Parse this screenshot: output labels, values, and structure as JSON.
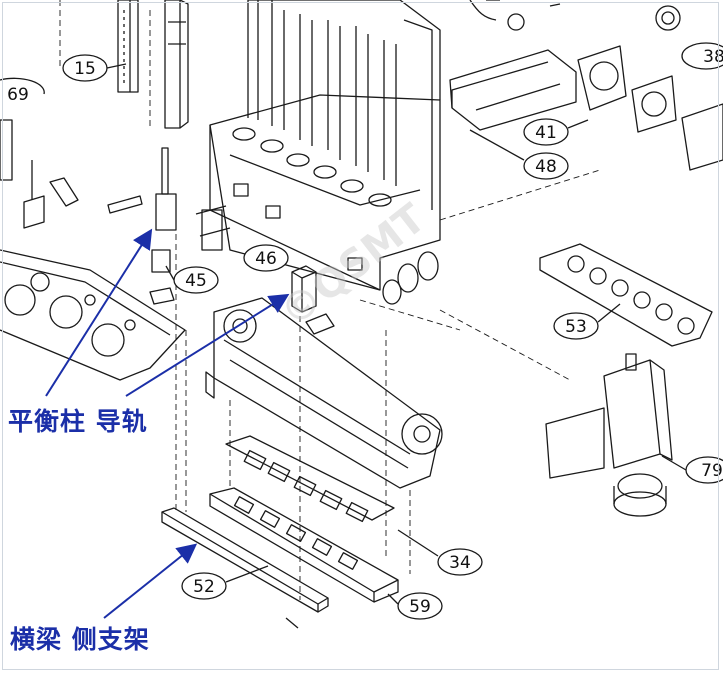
{
  "diagram": {
    "callouts": [
      {
        "id": "c15",
        "label": "15"
      },
      {
        "id": "c69",
        "label": "69"
      },
      {
        "id": "c38",
        "label": "38"
      },
      {
        "id": "c41",
        "label": "41"
      },
      {
        "id": "c48",
        "label": "48"
      },
      {
        "id": "c46",
        "label": "46"
      },
      {
        "id": "c45",
        "label": "45"
      },
      {
        "id": "c53",
        "label": "53"
      },
      {
        "id": "c79",
        "label": "79"
      },
      {
        "id": "c34",
        "label": "34"
      },
      {
        "id": "c52",
        "label": "52"
      },
      {
        "id": "c59",
        "label": "59"
      }
    ],
    "annotations": {
      "balance_column_rail": "平衡柱 导轨",
      "beam_side_bracket": "横梁 侧支架"
    },
    "watermark": "©QSMT",
    "colors": {
      "line": "#1a1a1a",
      "annotation": "#1b2fa8",
      "arrow": "#1b2fa8",
      "frame": "#cfd6de"
    }
  }
}
